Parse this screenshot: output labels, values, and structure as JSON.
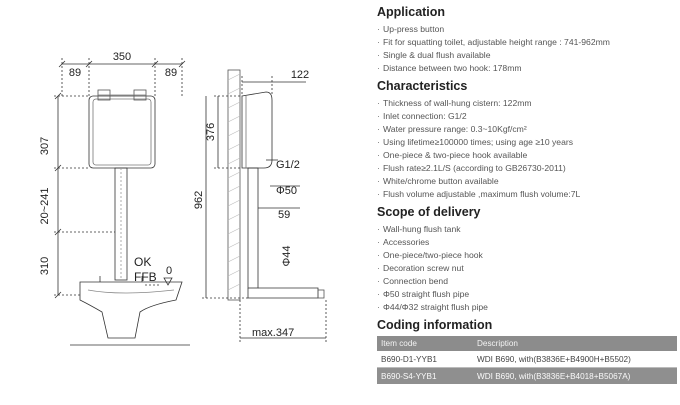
{
  "drawing": {
    "dims": {
      "left_margin": "89",
      "tank_width": "350",
      "right_margin": "89",
      "side_depth": "122",
      "tank_height": "307",
      "adj_range": "20~241",
      "bottom_height": "310",
      "side_376": "376",
      "side_962": "962",
      "side_59": "59",
      "max_347": "max.347"
    },
    "labels": {
      "inlet": "G1/2",
      "phi50": "Φ50",
      "phi44": "Φ44",
      "ok": "OK",
      "ffb": "FFB",
      "zero": "0"
    }
  },
  "sections": {
    "application": {
      "title": "Application",
      "items": [
        "Up-press button",
        "Fit for squatting toilet, adjustable height range : 741-962mm",
        "Single & dual flush available",
        "Distance between two hook: 178mm"
      ]
    },
    "characteristics": {
      "title": "Characteristics",
      "items": [
        "Thickness of wall-hung cistern: 122mm",
        "Inlet connection: G1/2",
        "Water pressure range: 0.3~10Kgf/cm²",
        "Using lifetime≥100000 times; using age ≥10 years",
        "One-piece & two-piece hook available",
        "Flush rate≥2.1L/S (according to GB26730-2011)",
        "White/chrome button available",
        "Flush volume adjustable ,maximum flush volume:7L"
      ]
    },
    "scope": {
      "title": "Scope of delivery",
      "items": [
        "Wall-hung flush tank",
        "Accessories",
        "One-piece/two-piece hook",
        "Decoration screw nut",
        "Connection bend",
        "Φ50 straight flush pipe",
        "Φ44/Φ32 straight flush pipe"
      ]
    },
    "coding": {
      "title": "Coding information",
      "headers": [
        "Item code",
        "Description"
      ],
      "rows": [
        [
          "B690-D1-YYB1",
          "WDI B690, with(B3836E+B4900H+B5502)"
        ],
        [
          "B690-S4-YYB1",
          "WDI B690, with(B3836E+B4018+B5067A)"
        ]
      ]
    }
  }
}
